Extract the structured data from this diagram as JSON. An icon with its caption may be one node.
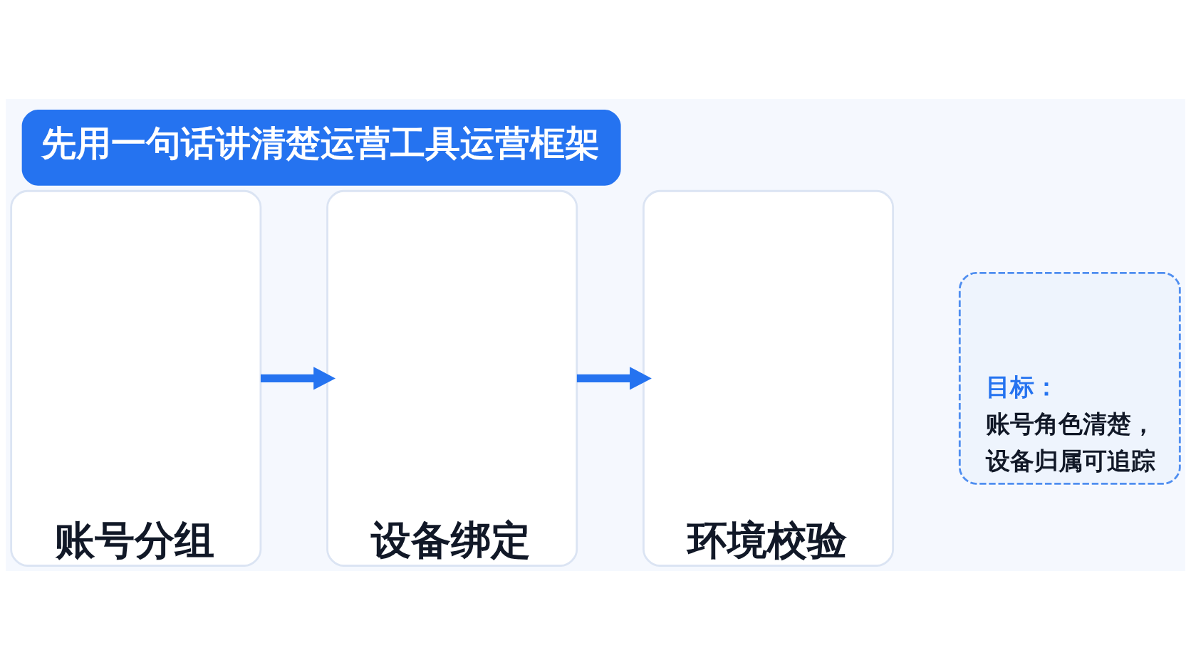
{
  "diagram": {
    "title": "先用一句话讲清楚运营工具运营框架",
    "nodes": [
      {
        "text": [
          "账号分组"
        ]
      },
      {
        "text": [
          "设备绑定"
        ]
      },
      {
        "text": [
          "环境校验"
        ]
      },
      {
        "text": [
          "目标：",
          "账号角色清楚，设备归属可追踪"
        ]
      }
    ],
    "edges": [
      {
        "from": 0,
        "to": 1,
        "arrow": "to"
      },
      {
        "from": 1,
        "to": 2,
        "arrow": "to"
      }
    ]
  }
}
